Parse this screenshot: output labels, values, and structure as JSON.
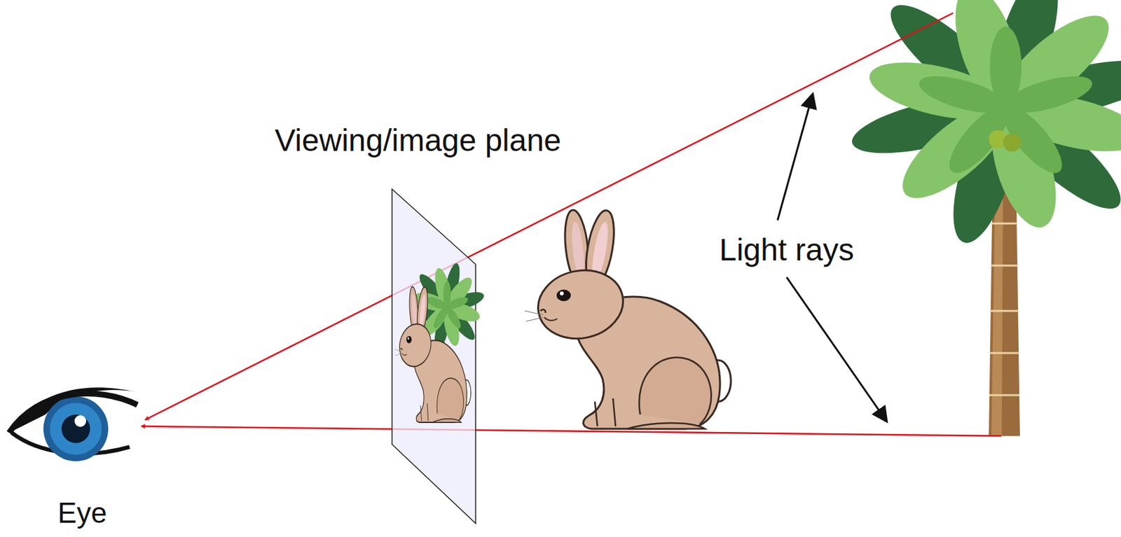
{
  "diagram": {
    "labels": [
      "Viewing/image plane",
      "Light rays",
      "Eye"
    ]
  }
}
